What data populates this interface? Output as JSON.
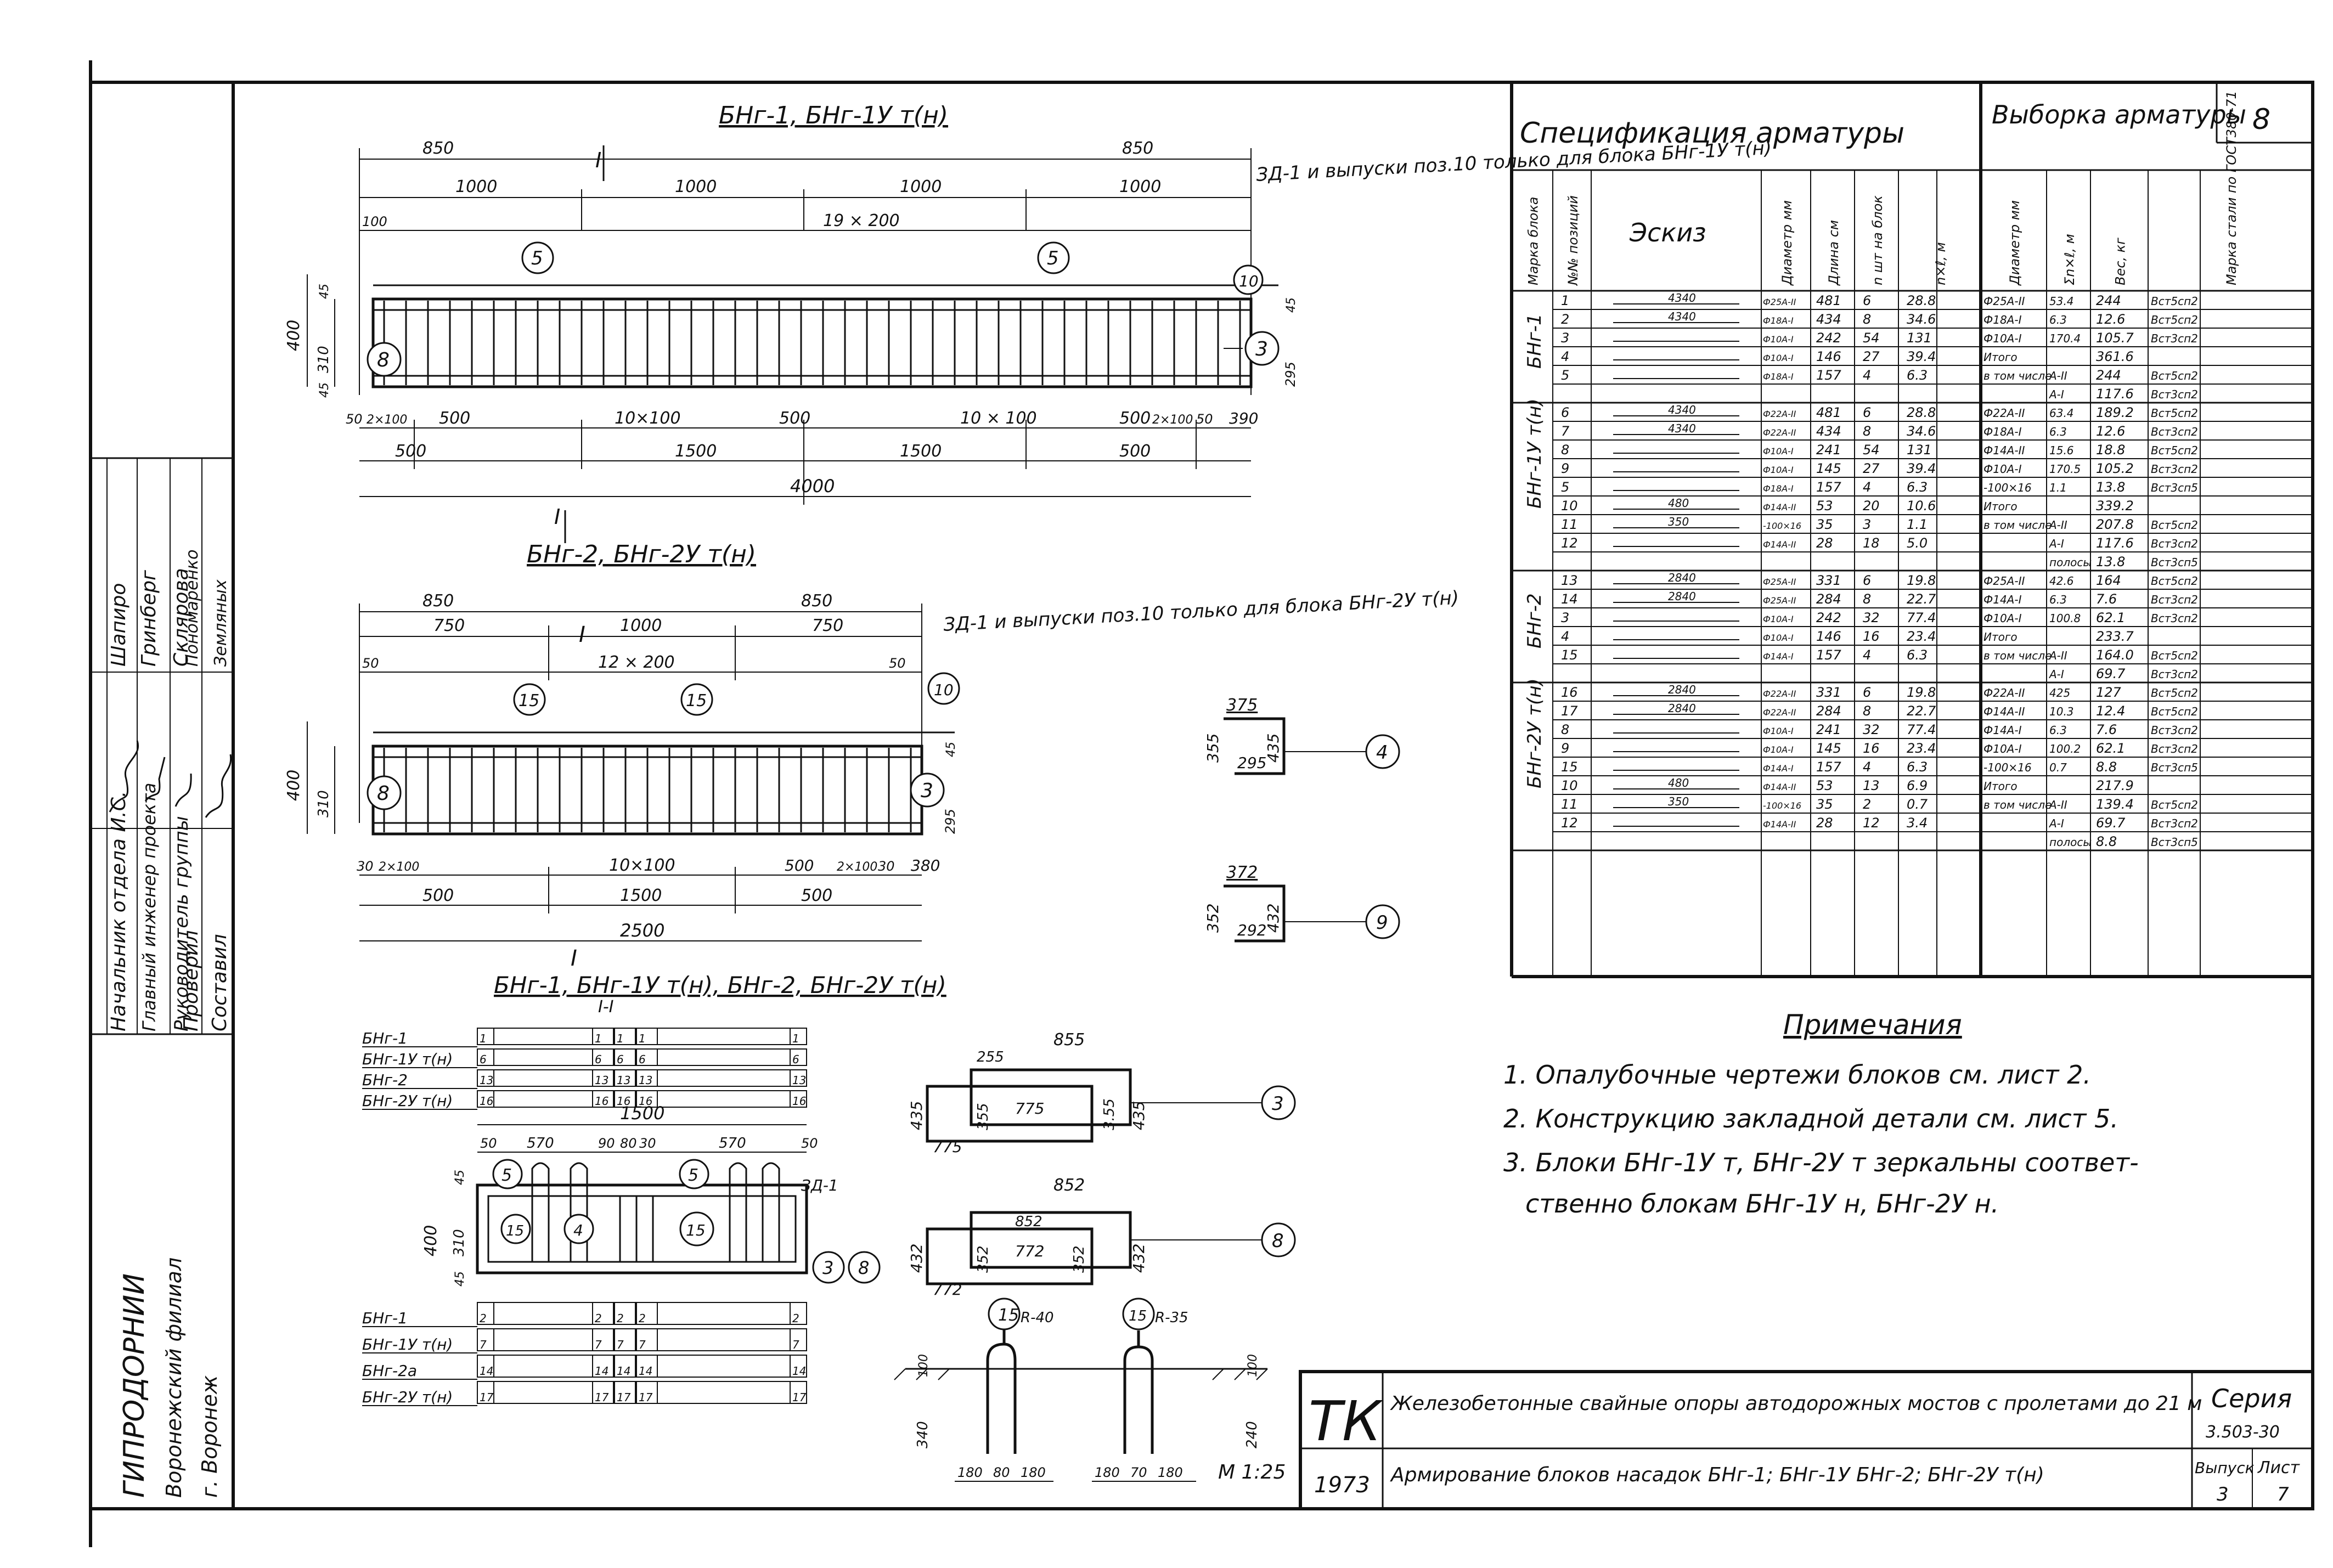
{
  "drawing": {
    "sheet_no": "8",
    "org": {
      "name": "ГИПРОДОРНИИ",
      "branch": "Воронежский филиал",
      "city": "г. Воронеж"
    },
    "staff": [
      {
        "role": "Начальник отдела И.С.",
        "name": "Шапиро"
      },
      {
        "role": "Главный инженер проекта",
        "name": "Гринберг"
      },
      {
        "role": "Руководитель группы",
        "name": "Склярова"
      },
      {
        "role": "Проверил",
        "name": "Пономаренко"
      },
      {
        "role": "Составил",
        "name": "Земляных"
      }
    ],
    "views": {
      "elev1_title": "БНг-1, БНг-1У т(н)",
      "elev2_title": "БНг-2, БНг-2У т(н)",
      "section_title": "БНг-1, БНг-1У т(н), БНг-2, БНг-2У т(н)",
      "section_mark": "I-I",
      "section_cut": "I",
      "scale": "М 1:25"
    },
    "callouts": {
      "c1": "ЗД-1 и выпуски поз.10 только для блока БНг-1У т(н)",
      "c2": "ЗД-1 и выпуски поз.10 только для блока БНг-2У т(н)",
      "zd": "ЗД-1"
    },
    "elev1_dims": {
      "top1": [
        "850",
        "850"
      ],
      "top2": [
        "1000",
        "1000",
        "1000",
        "1000"
      ],
      "top3": [
        "100",
        "19 × 200"
      ],
      "side": [
        "400",
        "310",
        "45",
        "45"
      ],
      "right": [
        "295",
        "45"
      ],
      "bot1": [
        "50",
        "2×100",
        "500",
        "10×100",
        "500",
        "10 × 100",
        "500",
        "2×100",
        "50",
        "390"
      ],
      "bot2": [
        "500",
        "1500",
        "1500",
        "500"
      ],
      "total": "4000"
    },
    "elev2_dims": {
      "top1": [
        "850",
        "850"
      ],
      "top2": [
        "750",
        "1000",
        "750"
      ],
      "top3": [
        "50",
        "12 × 200",
        "50"
      ],
      "side": [
        "400",
        "310"
      ],
      "right": [
        "295",
        "45"
      ],
      "bot1": [
        "30",
        "2×100",
        "10×100",
        "500",
        "2×100",
        "30",
        "380"
      ],
      "bot2": [
        "500",
        "1500",
        "500"
      ],
      "total": "2500"
    },
    "position_marks": [
      "5",
      "5",
      "10",
      "8",
      "3",
      "15",
      "15",
      "10",
      "8",
      "3",
      "4",
      "9",
      "3",
      "8",
      "5",
      "15",
      "5",
      "15",
      "15",
      "4",
      "3",
      "8"
    ],
    "stirrups": {
      "s4": {
        "w": "375",
        "h1": "355",
        "h2": "435",
        "b": "295",
        "pos": "4"
      },
      "s9": {
        "w": "372",
        "h1": "352",
        "h2": "432",
        "b": "292",
        "pos": "9"
      },
      "s3": {
        "w": "855",
        "top": "255",
        "h": "435",
        "h2": "355",
        "mid": "775",
        "b": "775",
        "r": "3.55",
        "r2": "435",
        "pos": "3"
      },
      "s8": {
        "w": "852",
        "top": "852",
        "h": "432",
        "h2": "352",
        "mid": "772",
        "b": "772",
        "r": "352",
        "r2": "432",
        "pos": "8"
      }
    },
    "section_dims": {
      "w": "1500",
      "parts": [
        "50",
        "570",
        "90",
        "80",
        "30",
        "570",
        "50"
      ],
      "side": [
        "400",
        "310",
        "45",
        "45"
      ],
      "r1": "R-40",
      "r2": "R-35",
      "bend": [
        "100",
        "340",
        "240",
        "100"
      ],
      "pads": [
        "180",
        "80",
        "180",
        "180",
        "70",
        "180"
      ]
    },
    "layout_table_1": {
      "rows": [
        {
          "block": "БНг-1",
          "cells": [
            "1",
            "1",
            "1",
            "1",
            "1"
          ]
        },
        {
          "block": "БНг-1У т(н)",
          "cells": [
            "6",
            "6",
            "6",
            "6",
            "6"
          ]
        },
        {
          "block": "БНг-2",
          "cells": [
            "13",
            "13",
            "13",
            "13",
            "13"
          ]
        },
        {
          "block": "БНг-2У т(н)",
          "cells": [
            "16",
            "16",
            "16",
            "16",
            "16"
          ]
        }
      ]
    },
    "layout_table_2": {
      "rows": [
        {
          "block": "БНг-1",
          "cells": [
            "2",
            "2",
            "2",
            "2",
            "2"
          ]
        },
        {
          "block": "БНг-1У т(н)",
          "cells": [
            "7",
            "7",
            "7",
            "7",
            "7"
          ]
        },
        {
          "block": "БНг-2а",
          "cells": [
            "14",
            "14",
            "14",
            "14",
            "14"
          ]
        },
        {
          "block": "БНг-2У т(н)",
          "cells": [
            "17",
            "17",
            "17",
            "17",
            "17"
          ]
        }
      ]
    },
    "spec": {
      "title_left": "Спецификация арматуры",
      "title_right": "Выборка арматуры",
      "headers": [
        "Марка блока",
        "№№ позиций",
        "Эскиз",
        "Диаметр мм",
        "Длина см",
        "n шт на блок",
        "n×ℓ, м",
        "Диаметр мм",
        "Σn×ℓ, м",
        "Вес, кг",
        "Марка стали по ГОСТ380-71"
      ],
      "groups": [
        {
          "block": "БНг-1",
          "rows": [
            [
              "1",
              "4340",
              "Ф25А-II",
              "481",
              "6",
              "28.8",
              "Ф25А-II",
              "53.4",
              "244",
              "Вст5сп2"
            ],
            [
              "2",
              "4340",
              "Ф18А-I",
              "434",
              "8",
              "34.6",
              "Ф18А-I",
              "6.3",
              "12.6",
              "Вст5сп2"
            ],
            [
              "3",
              "",
              "Ф10А-I",
              "242",
              "54",
              "131",
              "Ф10А-I",
              "170.4",
              "105.7",
              "Вст3сп2"
            ],
            [
              "4",
              "",
              "Ф10А-I",
              "146",
              "27",
              "39.4",
              "Итого",
              "",
              "361.6",
              ""
            ],
            [
              "5",
              "",
              "Ф18А-I",
              "157",
              "4",
              "6.3",
              "в том числе",
              "А-II",
              "244",
              "Вст5сп2"
            ],
            [
              "",
              "",
              "",
              "",
              "",
              "",
              "",
              "А-I",
              "117.6",
              "Вст3сп2"
            ]
          ]
        },
        {
          "block": "БНг-1У т(н)",
          "rows": [
            [
              "6",
              "4340",
              "Ф22А-II",
              "481",
              "6",
              "28.8",
              "Ф22А-II",
              "63.4",
              "189.2",
              "Вст5сп2"
            ],
            [
              "7",
              "4340",
              "Ф22А-II",
              "434",
              "8",
              "34.6",
              "Ф18А-I",
              "6.3",
              "12.6",
              "Вст3сп2"
            ],
            [
              "8",
              "",
              "Ф10А-I",
              "241",
              "54",
              "131",
              "Ф14А-II",
              "15.6",
              "18.8",
              "Вст5сп2"
            ],
            [
              "9",
              "",
              "Ф10А-I",
              "145",
              "27",
              "39.4",
              "Ф10А-I",
              "170.5",
              "105.2",
              "Вст3сп2"
            ],
            [
              "5",
              "",
              "Ф18А-I",
              "157",
              "4",
              "6.3",
              "-100×16",
              "1.1",
              "13.8",
              "Вст3сп5"
            ],
            [
              "10",
              "480",
              "Ф14А-II",
              "53",
              "20",
              "10.6",
              "Итого",
              "",
              "339.2",
              ""
            ],
            [
              "11",
              "350",
              "-100×16",
              "35",
              "3",
              "1.1",
              "в том числе",
              "А-II",
              "207.8",
              "Вст5сп2"
            ],
            [
              "12",
              "",
              "Ф14А-II",
              "28",
              "18",
              "5.0",
              "",
              "А-I",
              "117.6",
              "Вст3сп2"
            ],
            [
              "",
              "",
              "",
              "",
              "",
              "",
              "",
              "полосы",
              "13.8",
              "Вст3сп5"
            ]
          ]
        },
        {
          "block": "БНг-2",
          "rows": [
            [
              "13",
              "2840",
              "Ф25А-II",
              "331",
              "6",
              "19.8",
              "Ф25А-II",
              "42.6",
              "164",
              "Вст5сп2"
            ],
            [
              "14",
              "2840",
              "Ф25А-II",
              "284",
              "8",
              "22.7",
              "Ф14А-I",
              "6.3",
              "7.6",
              "Вст3сп2"
            ],
            [
              "3",
              "",
              "Ф10А-I",
              "242",
              "32",
              "77.4",
              "Ф10А-I",
              "100.8",
              "62.1",
              "Вст3сп2"
            ],
            [
              "4",
              "",
              "Ф10А-I",
              "146",
              "16",
              "23.4",
              "Итого",
              "",
              "233.7",
              ""
            ],
            [
              "15",
              "",
              "Ф14А-I",
              "157",
              "4",
              "6.3",
              "в том числе",
              "А-II",
              "164.0",
              "Вст5сп2"
            ],
            [
              "",
              "",
              "",
              "",
              "",
              "",
              "",
              "А-I",
              "69.7",
              "Вст3сп2"
            ]
          ]
        },
        {
          "block": "БНг-2У т(н)",
          "rows": [
            [
              "16",
              "2840",
              "Ф22А-II",
              "331",
              "6",
              "19.8",
              "Ф22А-II",
              "425",
              "127",
              "Вст5сп2"
            ],
            [
              "17",
              "2840",
              "Ф22А-II",
              "284",
              "8",
              "22.7",
              "Ф14А-II",
              "10.3",
              "12.4",
              "Вст5сп2"
            ],
            [
              "8",
              "",
              "Ф10А-I",
              "241",
              "32",
              "77.4",
              "Ф14А-I",
              "6.3",
              "7.6",
              "Вст3сп2"
            ],
            [
              "9",
              "",
              "Ф10А-I",
              "145",
              "16",
              "23.4",
              "Ф10А-I",
              "100.2",
              "62.1",
              "Вст3сп2"
            ],
            [
              "15",
              "",
              "Ф14А-I",
              "157",
              "4",
              "6.3",
              "-100×16",
              "0.7",
              "8.8",
              "Вст3сп5"
            ],
            [
              "10",
              "480",
              "Ф14А-II",
              "53",
              "13",
              "6.9",
              "Итого",
              "",
              "217.9",
              ""
            ],
            [
              "11",
              "350",
              "-100×16",
              "35",
              "2",
              "0.7",
              "в том числе",
              "А-II",
              "139.4",
              "Вст5сп2"
            ],
            [
              "12",
              "",
              "Ф14А-II",
              "28",
              "12",
              "3.4",
              "",
              "А-I",
              "69.7",
              "Вст3сп2"
            ],
            [
              "",
              "",
              "",
              "",
              "",
              "",
              "",
              "полосы",
              "8.8",
              "Вст3сп5"
            ]
          ]
        }
      ]
    },
    "notes": {
      "title": "Примечания",
      "items": [
        "1. Опалубочные чертежи блоков см. лист 2.",
        "2. Конструкцию закладной детали см. лист 5.",
        "3. Блоки БНг-1У т, БНг-2У т зеркальны соответ-",
        "ственно блокам БНг-1У н, БНг-2У н."
      ]
    },
    "title_block": {
      "stamp": "ТК",
      "year": "1973",
      "project": "Железобетонные свайные опоры автодорожных мостов с пролетами до 21 м",
      "sheet_title": "Армирование блоков насадок БНг-1; БНг-1У БНг-2; БНг-2У т(н)",
      "series_label": "Серия",
      "series": "3.503-30",
      "issue_label": "Выпуск",
      "issue": "3",
      "sheet_label": "Лист",
      "sheet": "7"
    }
  }
}
